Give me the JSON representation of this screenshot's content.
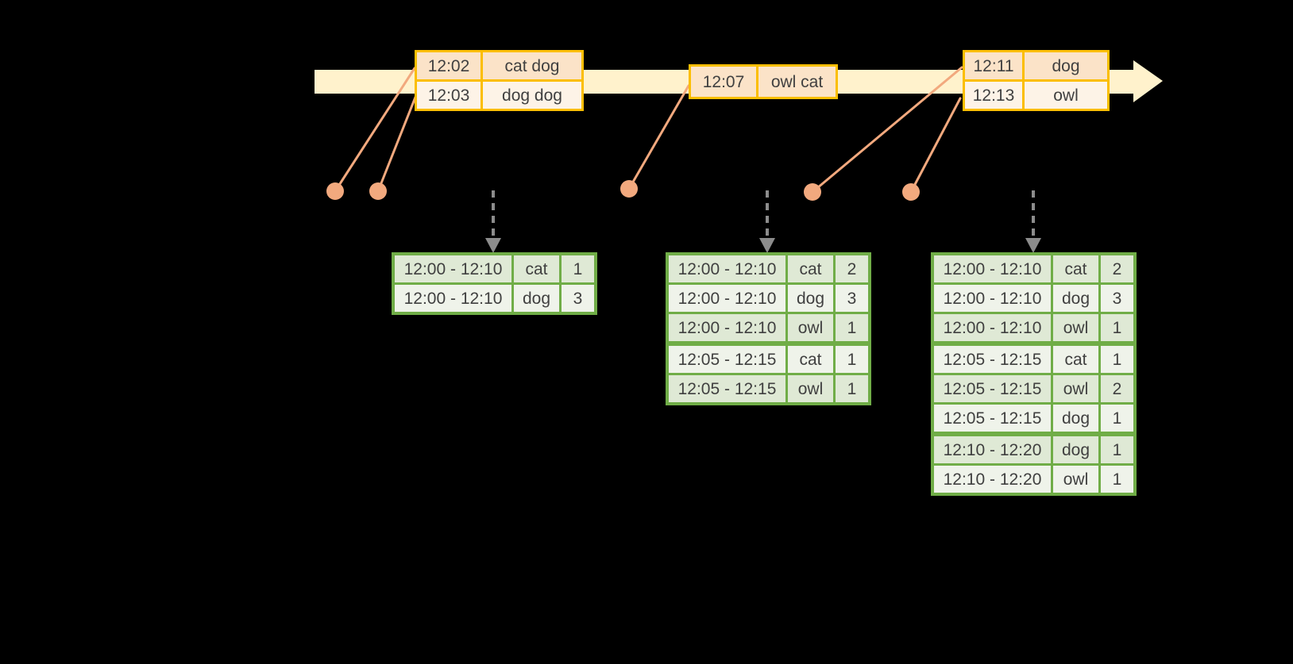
{
  "colors": {
    "background": "#000000",
    "timeline_fill": "#FFF2CC",
    "event_border": "#FBBE00",
    "event_row_dark": "#FBE3C8",
    "event_row_light": "#FDF3E7",
    "connector": "#F2A97E",
    "trigger_arrow": "#8C8C8C",
    "result_border": "#70AD47",
    "result_row_dark": "#DFE9D5",
    "result_row_light": "#EFF3EA",
    "text": "#404040"
  },
  "event_tables": [
    {
      "rows": [
        [
          "12:02",
          "cat dog"
        ],
        [
          "12:03",
          "dog dog"
        ]
      ]
    },
    {
      "rows": [
        [
          "12:07",
          "owl cat"
        ]
      ]
    },
    {
      "rows": [
        [
          "12:11",
          "dog"
        ],
        [
          "12:13",
          "owl"
        ]
      ]
    }
  ],
  "result_tables": [
    {
      "group_starts": [],
      "rows": [
        [
          "12:00 - 12:10",
          "cat",
          "1"
        ],
        [
          "12:00 - 12:10",
          "dog",
          "3"
        ]
      ]
    },
    {
      "group_starts": [
        3
      ],
      "rows": [
        [
          "12:00 - 12:10",
          "cat",
          "2"
        ],
        [
          "12:00 - 12:10",
          "dog",
          "3"
        ],
        [
          "12:00 - 12:10",
          "owl",
          "1"
        ],
        [
          "12:05 - 12:15",
          "cat",
          "1"
        ],
        [
          "12:05 - 12:15",
          "owl",
          "1"
        ]
      ]
    },
    {
      "group_starts": [
        3,
        6
      ],
      "rows": [
        [
          "12:00 - 12:10",
          "cat",
          "2"
        ],
        [
          "12:00 - 12:10",
          "dog",
          "3"
        ],
        [
          "12:00 - 12:10",
          "owl",
          "1"
        ],
        [
          "12:05 - 12:15",
          "cat",
          "1"
        ],
        [
          "12:05 - 12:15",
          "owl",
          "2"
        ],
        [
          "12:05 - 12:15",
          "dog",
          "1"
        ],
        [
          "12:10 - 12:20",
          "dog",
          "1"
        ],
        [
          "12:10 - 12:20",
          "owl",
          "1"
        ]
      ]
    }
  ]
}
